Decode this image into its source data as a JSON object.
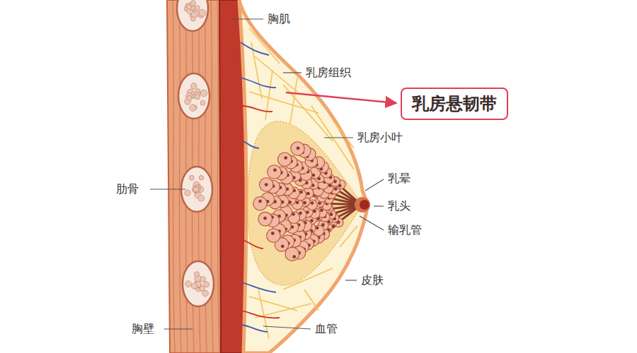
{
  "diagram": {
    "nodes": [
      {
        "text": [
          "乳房悬韧带"
        ]
      }
    ],
    "labels": [
      "胸肌",
      "乳房组织",
      "乳房小叶",
      "乳晕",
      "乳头",
      "输乳管",
      "肋骨",
      "皮肤",
      "胸壁",
      "血管"
    ]
  }
}
